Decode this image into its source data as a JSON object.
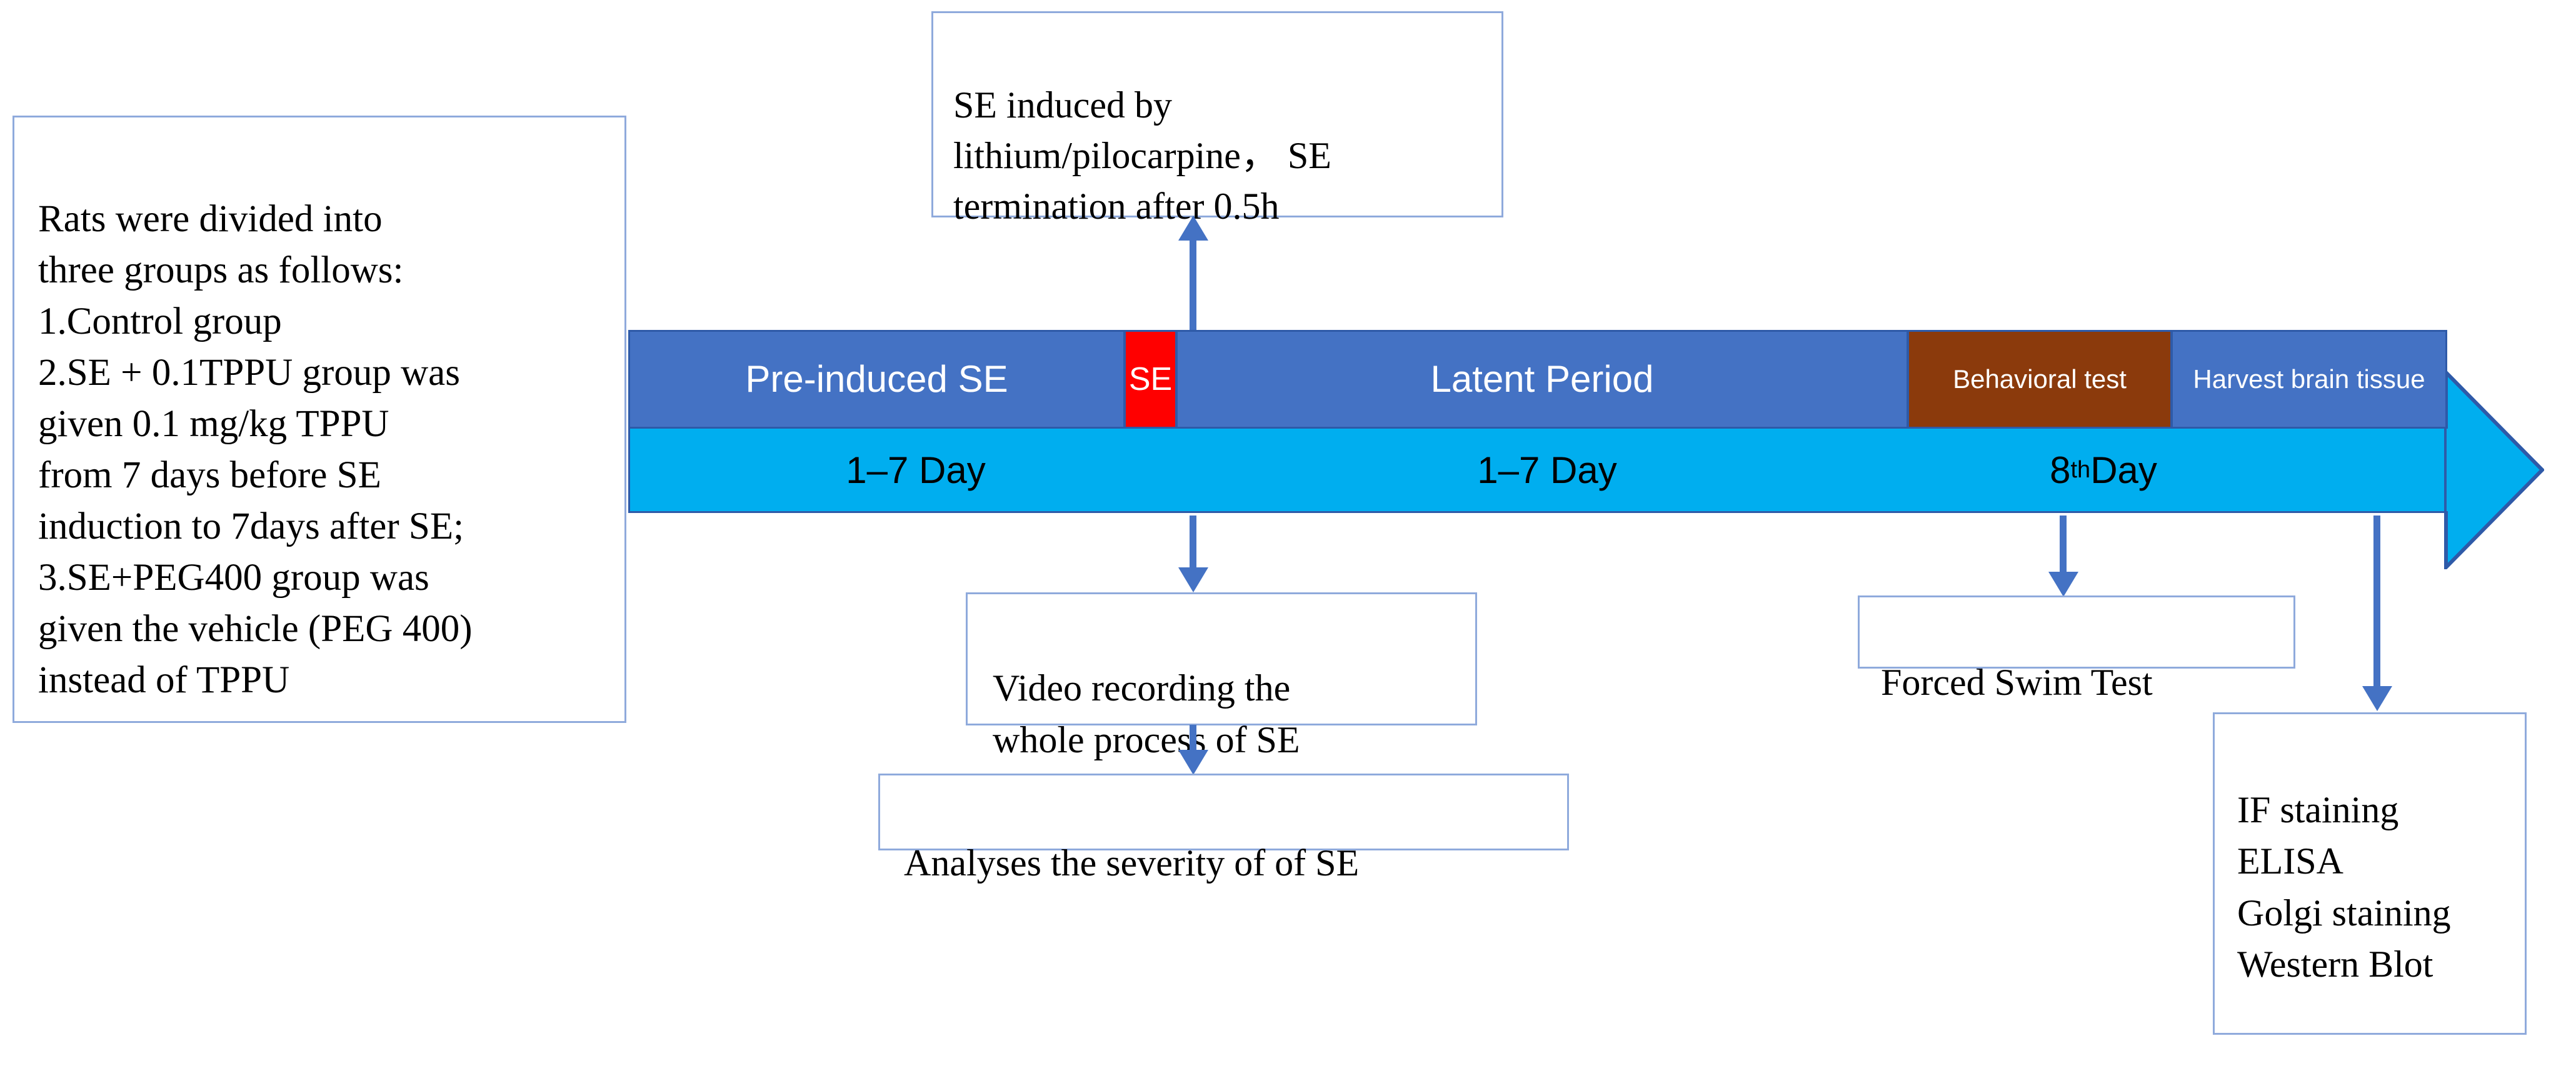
{
  "left_box": {
    "text": "Rats were divided into\nthree groups as follows:\n1.Control group\n2.SE + 0.1TPPU group was\ngiven 0.1 mg/kg TPPU\nfrom 7 days before SE\ninduction to 7days after SE;\n3.SE+PEG400 group was\ngiven the vehicle (PEG 400)\ninstead of TPPU"
  },
  "top_box": {
    "text": "SE induced by\nlithium/pilocarpine，  SE\ntermination after 0.5h"
  },
  "timeline": {
    "segments": [
      {
        "id": "pre-induced",
        "label": "Pre-induced SE",
        "color": "#4472C4"
      },
      {
        "id": "se",
        "label": "SE",
        "color": "#FF0000"
      },
      {
        "id": "latent",
        "label": "Latent Period",
        "color": "#4472C4"
      },
      {
        "id": "behavioral",
        "label": "Behavioral test",
        "color": "#8B3A0C"
      },
      {
        "id": "harvest",
        "label": "Harvest brain tissue",
        "color": "#4472C4"
      }
    ],
    "days": [
      {
        "id": "day-1",
        "label": "1–7 Day"
      },
      {
        "id": "day-2",
        "label": "1–7 Day"
      },
      {
        "id": "day-3",
        "label": "8",
        "sup": "th",
        "suffix": " Day"
      }
    ],
    "band_color": "#00AEEF",
    "outline_color": "#2E5AA8"
  },
  "video_box": {
    "text": "Video recording the\nwhole process of SE"
  },
  "analyses_box": {
    "text": "Analyses the severity of of SE"
  },
  "fst_box": {
    "text": "Forced Swim Test"
  },
  "assay_box": {
    "text": "IF staining\nELISA\nGolgi staining\nWestern Blot"
  },
  "colors": {
    "box_border": "#8FAADC",
    "arrow": "#4472C4",
    "accent_blue": "#4472C4",
    "cyan": "#00AEEF",
    "red": "#FF0000",
    "brown": "#8B3A0C"
  }
}
